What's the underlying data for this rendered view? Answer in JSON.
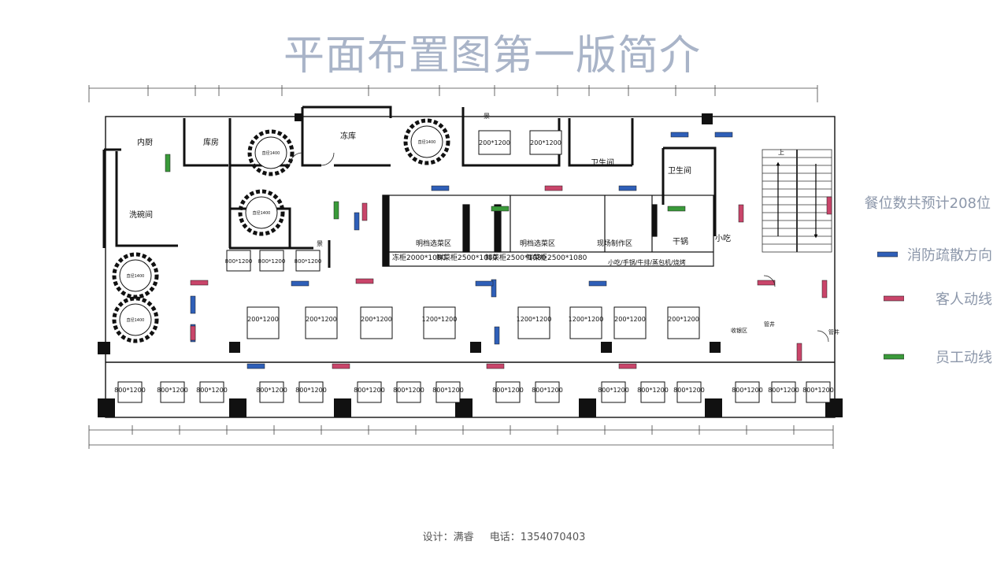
{
  "title": "平面布置图第一版简介",
  "legend": {
    "capacity": "餐位数共预计208位",
    "items": [
      {
        "label": "消防疏散方向",
        "color": "#2f5fb8"
      },
      {
        "label": "客人动线",
        "color": "#c9456a"
      },
      {
        "label": "员工动线",
        "color": "#3a9a3a"
      }
    ]
  },
  "footer": {
    "designer": "设计：满睿",
    "phone": "电话：1354070403"
  },
  "plan": {
    "rooms": {
      "inner_kitchen": "内厨",
      "storage": "库房",
      "cold_storage": "冻库",
      "dish_washing": "洗碗间",
      "restroom": "卫生间",
      "restroom2": "卫生间",
      "dry_pot": "干锅",
      "snack": "小吃",
      "cashier": "收银区",
      "pipe_well": "管井",
      "pipe_well2": "管井",
      "upstairs": "上",
      "scenery": "景",
      "scenery2": "景"
    },
    "counters": {
      "open_select_1": "明档选菜区",
      "open_select_2": "明档选菜区",
      "live_kitchen": "现场制作区",
      "freezer_cabinet": "冻柜2000*1080",
      "fresh_cabinet_1": "鲜菜柜2500*1080",
      "fresh_cabinet_2": "鲜菜柜2500*1080",
      "fresh_cabinet_3": "鲜菜柜2500*1080",
      "snack_line": "小吃/手锅/牛排/蒸包机/烧烤"
    },
    "table_small": "800*1200",
    "table_mid": "1200*1200",
    "table_mid_alt": "200*1200",
    "round_table": "直径1400",
    "booth_label": "800*1200"
  }
}
